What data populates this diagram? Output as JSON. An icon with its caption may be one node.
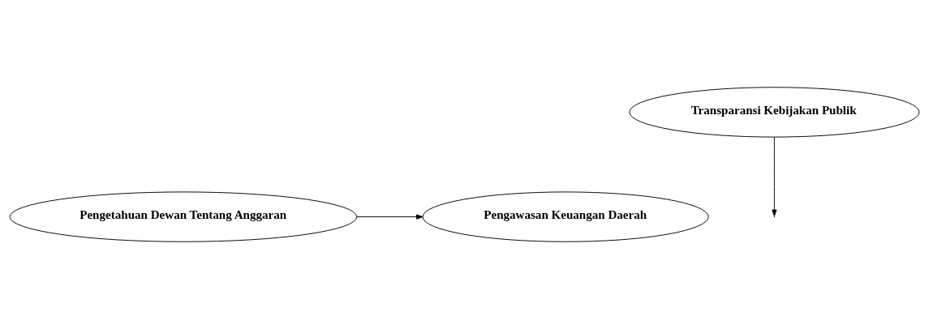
{
  "diagram": {
    "nodes": [
      {
        "text": [
          "Pengetahuan Dewan Tentang Anggaran"
        ]
      },
      {
        "text": [
          "Pengawasan Keuangan Daerah"
        ]
      },
      {
        "text": [
          "Transparansi Kebijakan Publik"
        ]
      }
    ],
    "edges": [
      {
        "from": 0,
        "to": 1,
        "arrow": "to"
      },
      {
        "from": 2,
        "to": null,
        "arrow": "to"
      }
    ]
  }
}
